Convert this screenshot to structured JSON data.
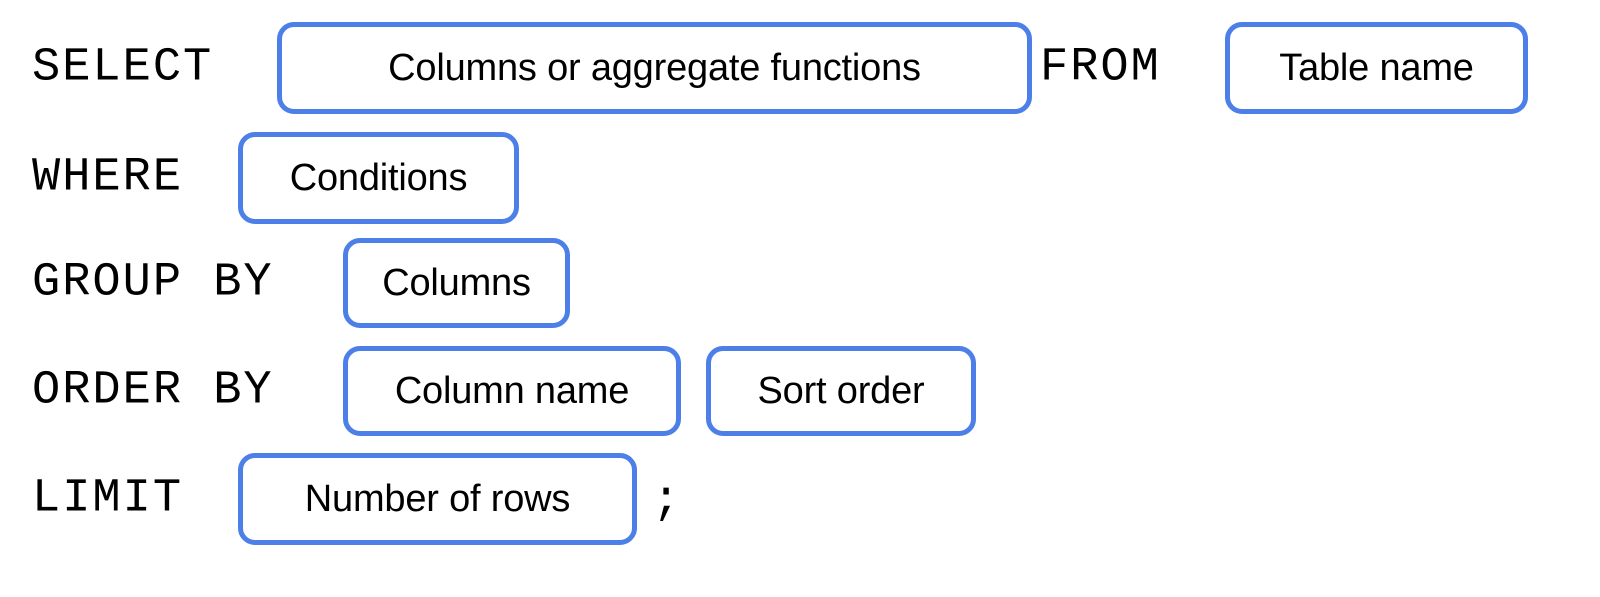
{
  "diagram": {
    "title": "SQL SELECT statement syntax template",
    "background_color": "#ffffff",
    "accent_color": "#4c7fe8",
    "text_color": "#000000",
    "terminator": ";"
  },
  "clauses": [
    {
      "keyword": "SELECT",
      "slots": [
        {
          "label": "Columns or aggregate functions"
        }
      ],
      "trailing_keyword": "FROM",
      "trailing_slots": [
        {
          "label": "Table name"
        }
      ]
    },
    {
      "keyword": "WHERE",
      "slots": [
        {
          "label": "Conditions"
        }
      ]
    },
    {
      "keyword": "GROUP BY",
      "slots": [
        {
          "label": "Columns"
        }
      ]
    },
    {
      "keyword": "ORDER BY",
      "slots": [
        {
          "label": "Column name"
        },
        {
          "label": "Sort order"
        }
      ]
    },
    {
      "keyword": "LIMIT",
      "slots": [
        {
          "label": "Number of rows"
        }
      ],
      "terminator": ";"
    }
  ]
}
